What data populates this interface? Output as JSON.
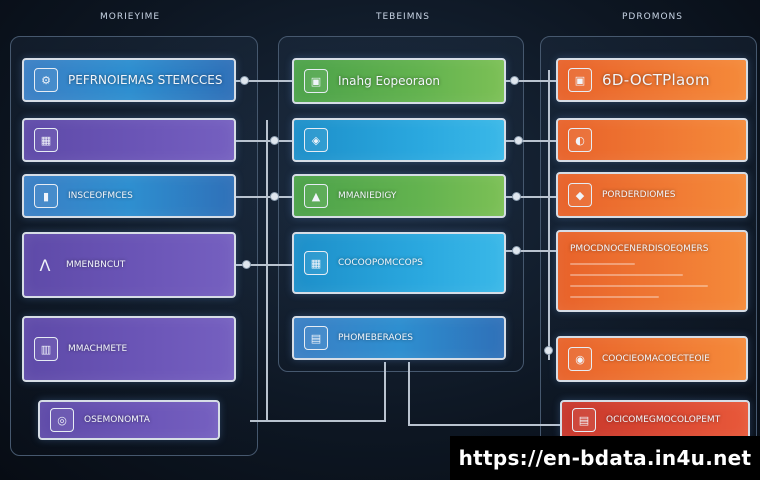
{
  "columns": [
    {
      "title": "MORIEYIME"
    },
    {
      "title": "TEBEIMNS"
    },
    {
      "title": "PDROMONS"
    }
  ],
  "left_panels": [
    {
      "label": "PEFRNOIEMAS STEMCCES",
      "icon": "⚙"
    },
    {
      "label": ""
    },
    {
      "label": "INSCEOFMCES",
      "icon": "▮"
    },
    {
      "label": "MMENBNCUT",
      "icon": "Λ"
    },
    {
      "label": "MMACHMETE",
      "icon": "▥"
    },
    {
      "label": "OSEMONOMTA",
      "icon": "◎"
    }
  ],
  "middle_panels": [
    {
      "label": "Inahg Eopeoraon",
      "icon": "▣"
    },
    {
      "label": "",
      "icon": "◈"
    },
    {
      "label": "MMANIEDIGY",
      "icon": "▲"
    },
    {
      "label": "COCOOPOMCCOPS",
      "icon": "▦"
    },
    {
      "label": "PHOMEBERAOES",
      "icon": "▤"
    }
  ],
  "right_panels": [
    {
      "label": "6D-OCTPlaom",
      "icon": "▣"
    },
    {
      "label": "",
      "icon": "◐"
    },
    {
      "label": "PORDERDIOMES",
      "icon": "◆"
    },
    {
      "label": "PMOCDNOCENERDISOEQMERS",
      "icon": ""
    },
    {
      "label": "COOCIEOMACOECTEOIE",
      "icon": "◉"
    },
    {
      "label": "OCICOMEGMOCOLOPEMT",
      "icon": "▤"
    }
  ],
  "watermark": {
    "text": "https://en-bdata.in4u.net"
  },
  "colors": {
    "purple": "#6c56b8",
    "blue": "#2aa8df",
    "green": "#63b34f",
    "orange": "#f07a34",
    "red": "#dc4a33",
    "background": "#0d1622"
  }
}
